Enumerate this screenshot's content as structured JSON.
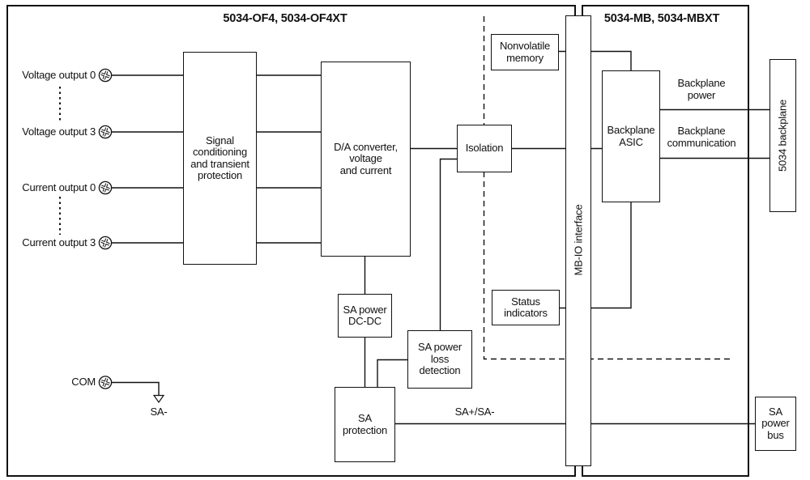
{
  "titles": {
    "left_module": "5034-OF4, 5034-OF4XT",
    "right_module": "5034-MB, 5034-MBXT"
  },
  "colors": {
    "line": "#111111",
    "background": "#ffffff",
    "text": "#111111"
  },
  "terminals": [
    {
      "label": "Voltage output 0"
    },
    {
      "label": "Voltage output 3"
    },
    {
      "label": "Current output 0"
    },
    {
      "label": "Current output 3"
    },
    {
      "label": "COM"
    }
  ],
  "blocks": {
    "signal_conditioning": {
      "label": "Signal\nconditioning\nand transient\nprotection"
    },
    "da_converter": {
      "label": "D/A converter,\nvoltage\nand current"
    },
    "isolation": {
      "label": "Isolation"
    },
    "sa_power_dcdc": {
      "label": "SA power\nDC-DC"
    },
    "sa_power_loss": {
      "label": "SA power\nloss\ndetection"
    },
    "sa_protection": {
      "label": "SA\nprotection"
    },
    "nonvolatile_memory": {
      "label": "Nonvolatile\nmemory"
    },
    "status_indicators": {
      "label": "Status\nindicators"
    },
    "backplane_asic": {
      "label": "Backplane\nASIC"
    },
    "mb_io_interface": {
      "label": "MB-IO interface"
    },
    "backplane_5034": {
      "label": "5034 backplane"
    },
    "sa_power_bus": {
      "label": "SA\npower\nbus"
    }
  },
  "wire_labels": {
    "backplane_power": "Backplane\npower",
    "backplane_communication": "Backplane\ncommunication",
    "sa_plus_minus": "SA+/SA-",
    "sa_minus": "SA-"
  }
}
